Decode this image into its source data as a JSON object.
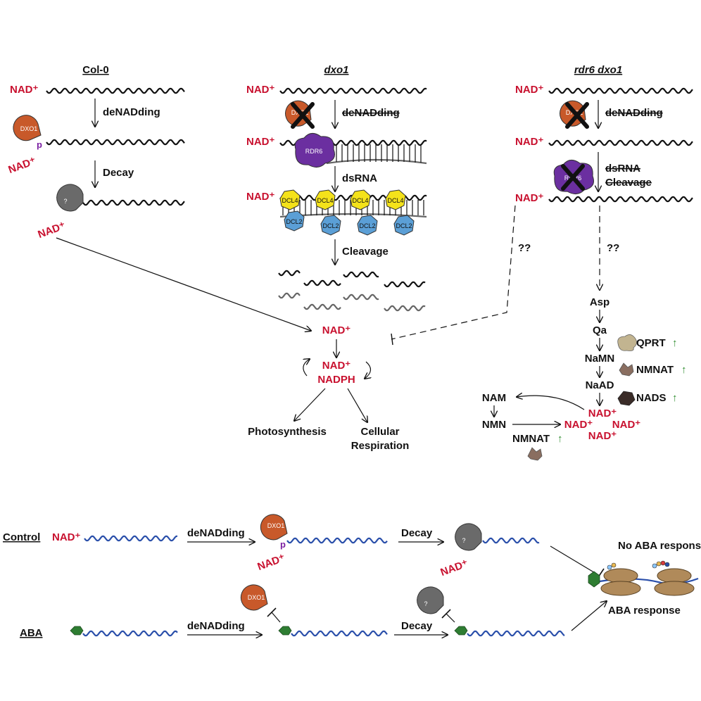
{
  "top": {
    "columns": [
      {
        "title": "Col-0",
        "italic": false
      },
      {
        "title": "dxo1",
        "italic": true
      },
      {
        "title": "rdr6 dxo1",
        "italic": true
      }
    ],
    "nad": "NAD⁺",
    "p": "p",
    "unknown": "?",
    "question": "??",
    "col0": {
      "step1": "deNADding",
      "step2": "Decay",
      "enzyme": "DXO1"
    },
    "dxo1": {
      "step1": "deNADding",
      "step2": "dsRNA",
      "step3": "Cleavage",
      "enzyme": "DXO1",
      "rdr": "RDR6",
      "dcl4": "DCL4",
      "dcl2": "DCL2"
    },
    "rdr6dxo1": {
      "step1": "deNADding",
      "step2a": "dsRNA",
      "step2b": "Cleavage",
      "enzyme": "DXO1",
      "rdr": "RDR6"
    },
    "center": {
      "nad": "NAD⁺",
      "nad2": "NAD⁺",
      "nadph": "NADPH",
      "out1": "Photosynthesis",
      "out2a": "Cellular",
      "out2b": "Respiration"
    },
    "pathway": {
      "asp": "Asp",
      "qa": "Qa",
      "namn": "NaMN",
      "naad": "NaAD",
      "nam": "NAM",
      "nmn": "NMN",
      "qprt": "QPRT",
      "nmnat": "NMNAT",
      "nads": "NADS",
      "nmnat2": "NMNAT",
      "up": "↑"
    },
    "colors": {
      "nad": "#c8102e",
      "dxo1": "#c8592a",
      "rdr6": "#6b2fa0",
      "dcl4": "#f4e21a",
      "dcl2": "#5b9fd6",
      "decay": "#6a6a6a",
      "up": "#2e8b2e"
    }
  },
  "bottom": {
    "control": "Control",
    "aba": "ABA",
    "denadding": "deNADding",
    "decay": "Decay",
    "enzyme": "DXO1",
    "nad": "NAD⁺",
    "p": "p",
    "unknown": "?",
    "no_response": "No ABA response",
    "response": "ABA response",
    "colors": {
      "rna": "#2a4faa",
      "cap": "#2e7d32",
      "ribosome": "#b08a5a"
    }
  }
}
